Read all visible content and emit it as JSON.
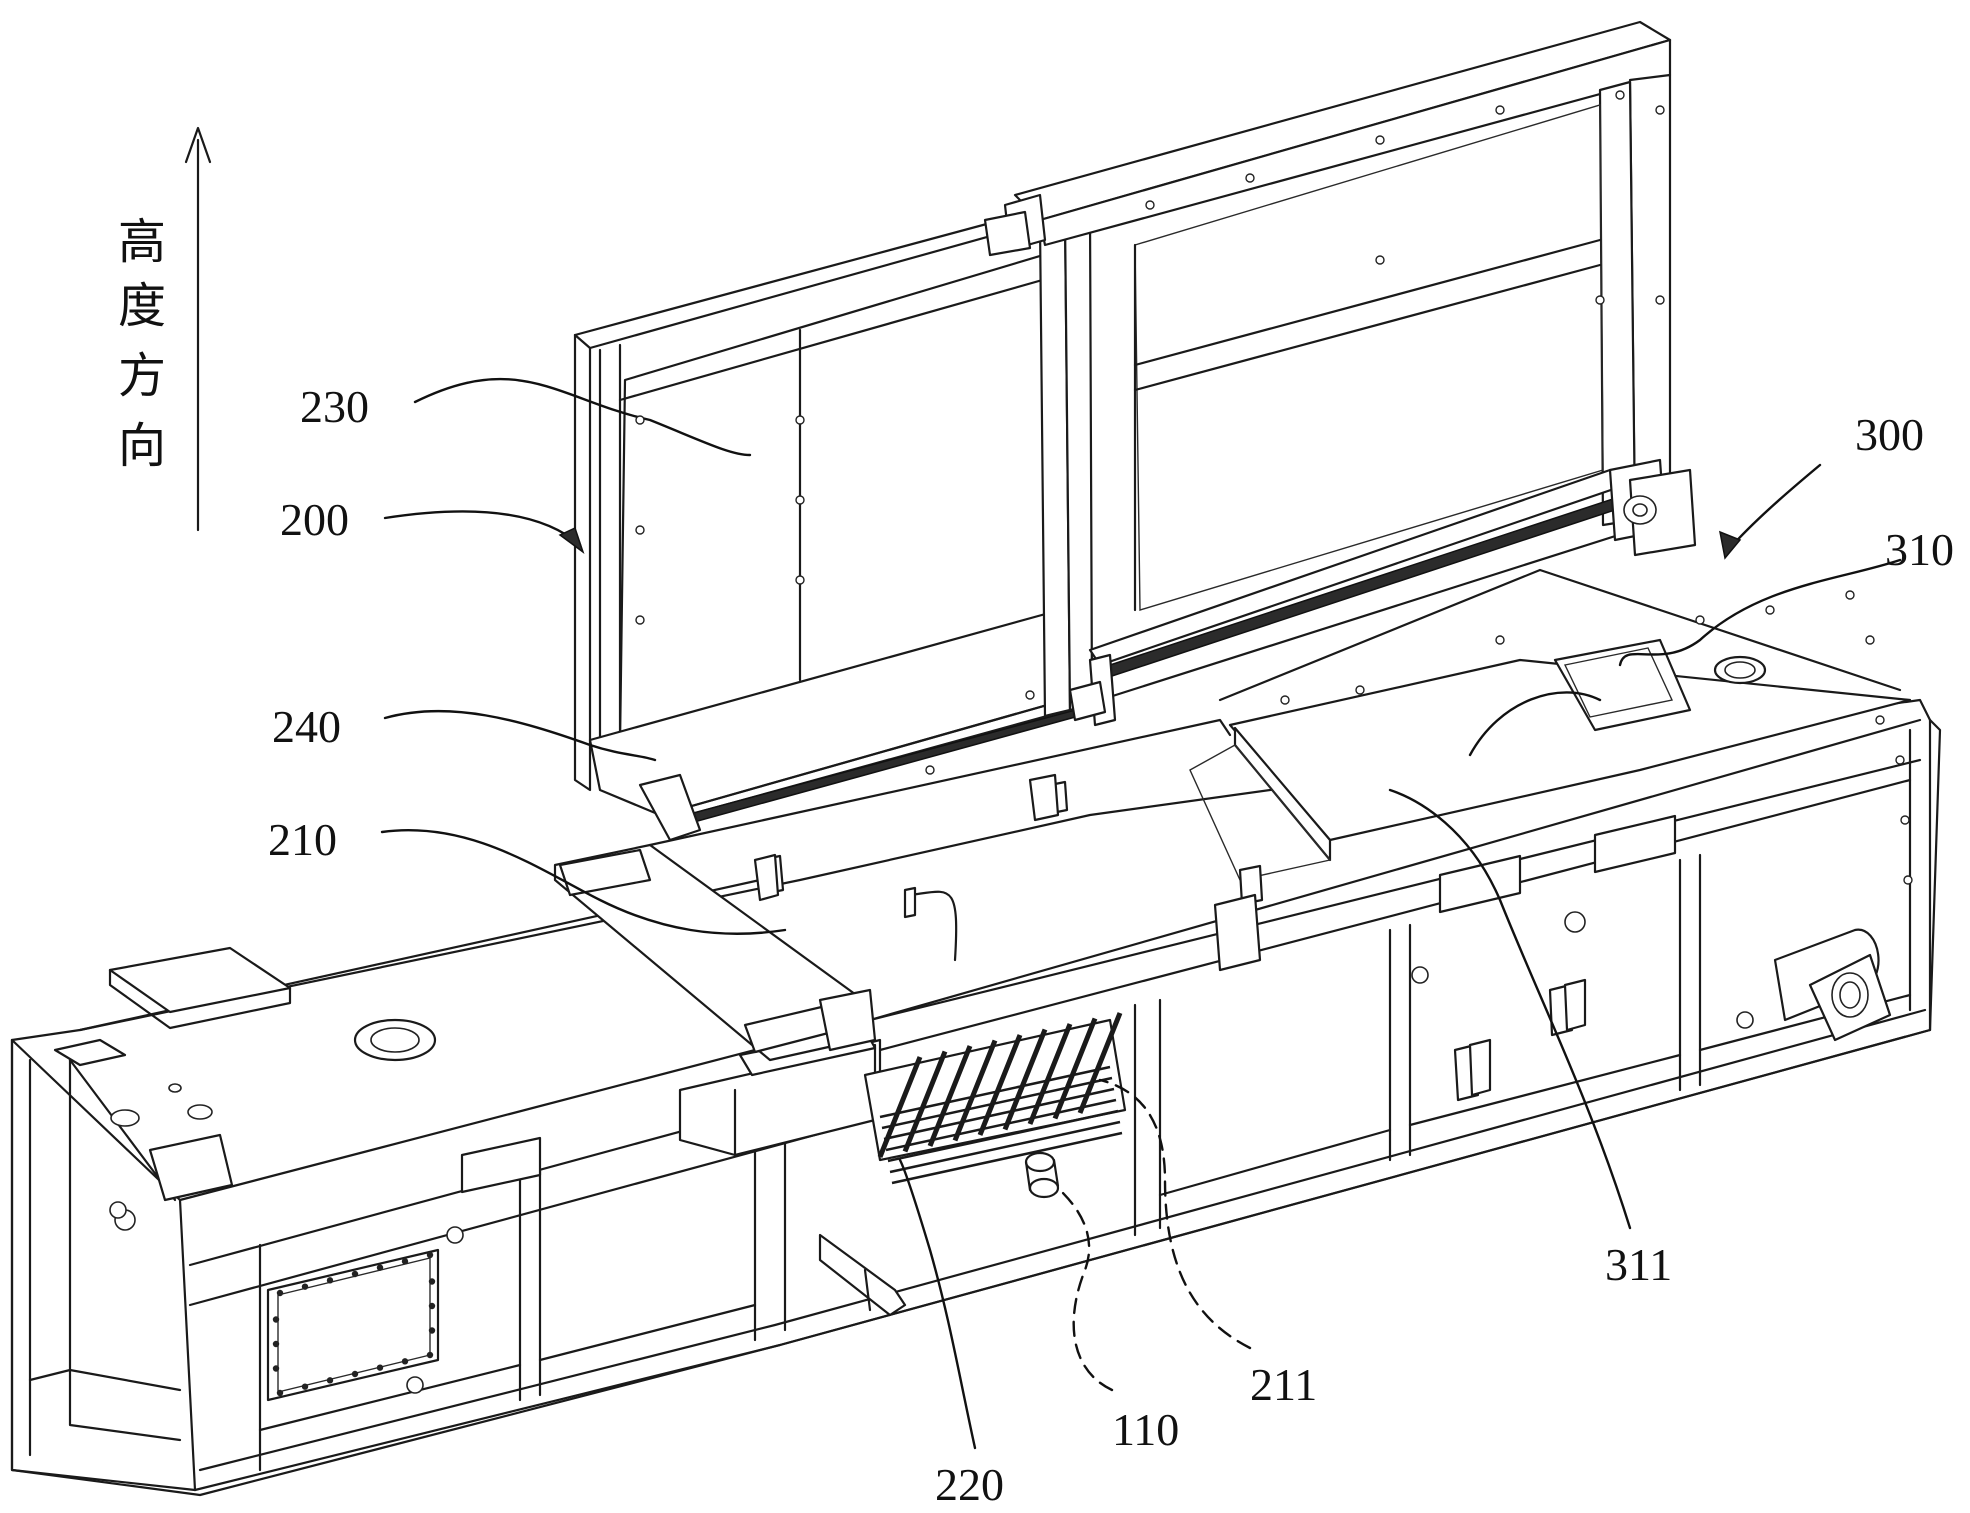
{
  "direction_label": [
    "高",
    "度",
    "方",
    "向"
  ],
  "callouts": {
    "c230": "230",
    "c200": "200",
    "c240": "240",
    "c210": "210",
    "c300": "300",
    "c310": "310",
    "c311": "311",
    "c211": "211",
    "c110": "110",
    "c220": "220"
  },
  "colors": {
    "line": "#1a1a1a",
    "background": "#ffffff"
  }
}
